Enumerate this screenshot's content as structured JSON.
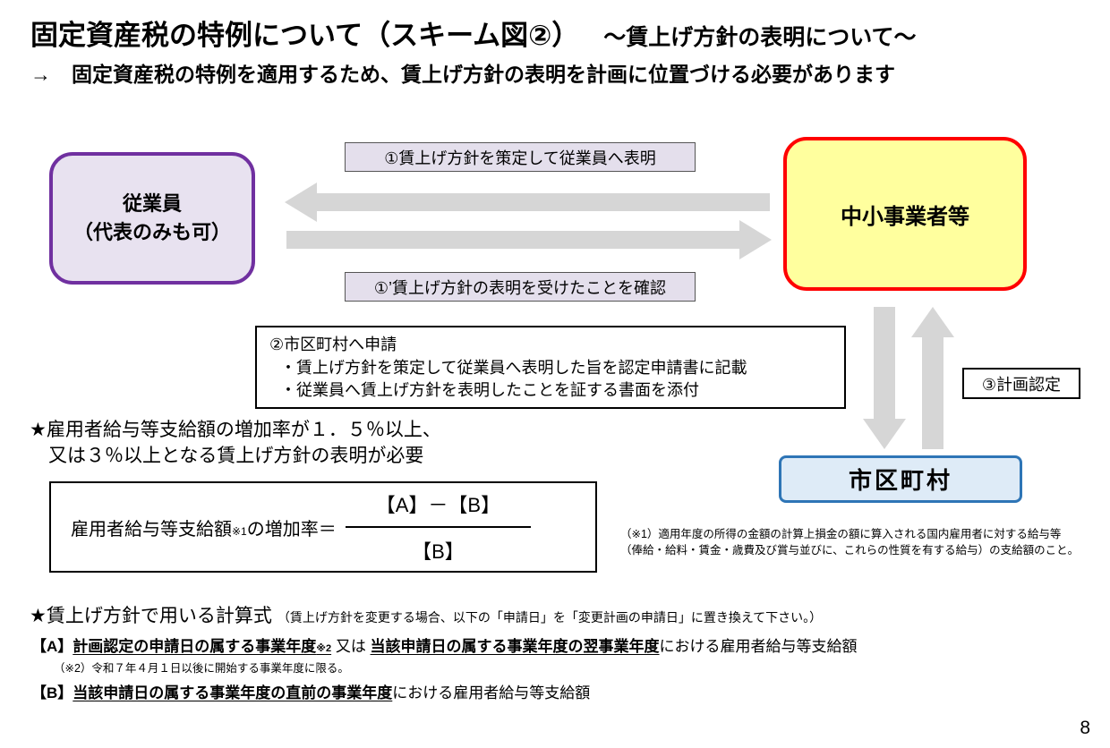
{
  "page": {
    "title_main": "固定資産税の特例について（スキーム図②）",
    "title_sub": "～賃上げ方針の表明について～",
    "lead": "→　固定資産税の特例を適用するため、賃上げ方針の表明を計画に位置づける必要があります",
    "page_number": "8"
  },
  "diagram": {
    "employee_box": {
      "line1": "従業員",
      "line2": "（代表のみも可）"
    },
    "business_box": {
      "label": "中小事業者等"
    },
    "municipality_box": {
      "label": "市区町村"
    },
    "step1_label": "①賃上げ方針を策定して従業員へ表明",
    "step1b_label": "①’賃上げ方針の表明を受けたことを確認",
    "step2_box": {
      "line1": "②市区町村へ申請",
      "line2": "・賃上げ方針を策定して従業員へ表明した旨を認定申請書に記載",
      "line3": "・従業員へ賃上げ方針を表明したことを証する書面を添付"
    },
    "step3_label": "③計画認定"
  },
  "requirement": {
    "line1": "★雇用者給与等支給額の増加率が１．５％以上、",
    "line2": "又は３％以上となる賃上げ方針の表明が必要"
  },
  "formula": {
    "label_main": "雇用者給与等支給額",
    "label_note": "※1",
    "label_rest": "の増加率＝",
    "numerator": "【A】－【B】",
    "denominator": "【B】"
  },
  "note1": {
    "line1": "（※1）適用年度の所得の金額の計算上損金の額に算入される国内雇用者に対する給与等",
    "line2": "（俸給・給料・賃金・歳費及び賞与並びに、これらの性質を有する給与）の支給額のこと。"
  },
  "calc_section": {
    "heading": "★賃上げ方針で用いる計算式",
    "heading_note": "（賃上げ方針を変更する場合、以下の「申請日」を「変更計画の申請日」に置き換えて下さい。）",
    "item_a": {
      "prefix": "【A】",
      "u1": "計画認定の申請日の属する事業年度",
      "u1_note": "※2",
      "mid": " 又は ",
      "u2": "当該申請日の属する事業年度の翌事業年度",
      "suffix": "における雇用者給与等支給額"
    },
    "note2": "（※2）令和７年４月１日以後に開始する事業年度に限る。",
    "item_b": {
      "prefix": "【B】",
      "u1": "当該申請日の属する事業年度の直前の事業年度",
      "suffix": "における雇用者給与等支給額"
    }
  },
  "colors": {
    "employee_box_border": "#7030A0",
    "employee_box_fill": "#E8E2F0",
    "business_box_border": "#FF0000",
    "business_box_fill": "#FFFF9E",
    "municipality_box_border": "#2E75B6",
    "municipality_box_fill": "#DEEBF7",
    "step_label_fill": "#E4DFEC",
    "arrow_fill": "#D6D6D6"
  }
}
